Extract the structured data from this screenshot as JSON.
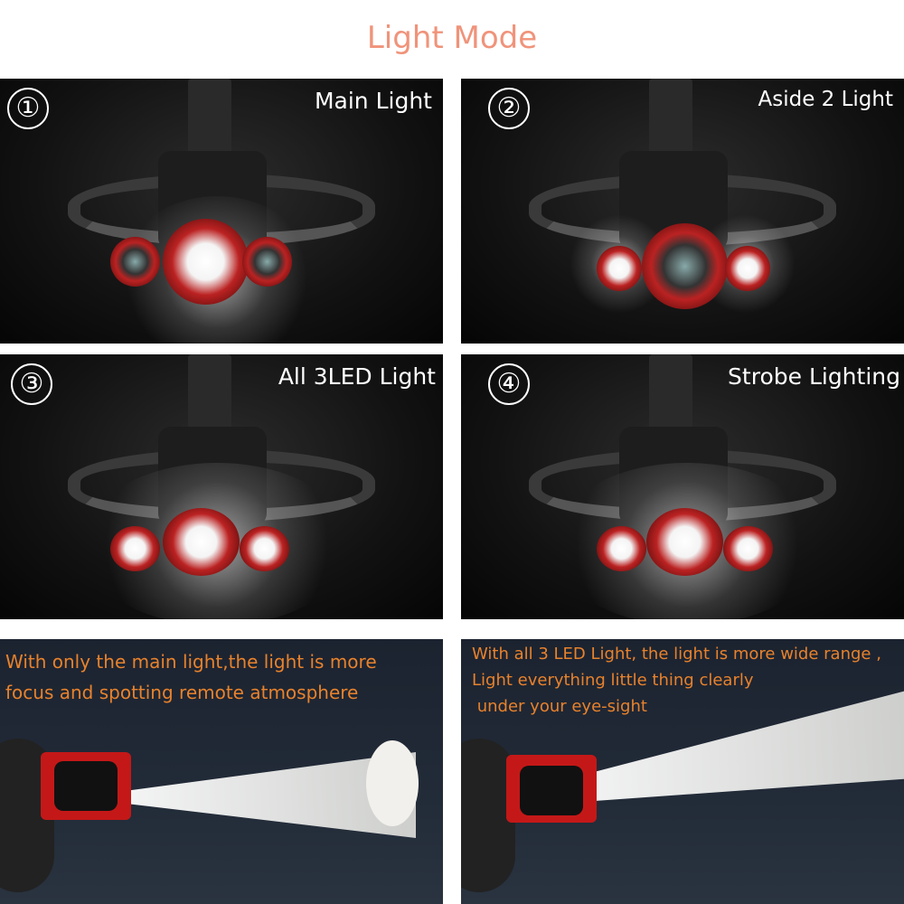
{
  "title": "Light Mode",
  "modes": [
    {
      "number": "①",
      "label": "Main Light"
    },
    {
      "number": "②",
      "label": "Aside 2 Light"
    },
    {
      "number": "③",
      "label": "All 3LED Light"
    },
    {
      "number": "④",
      "label": "Strobe Lighting"
    }
  ],
  "bottom": {
    "left": {
      "line1": "With only the main light,the light is more",
      "line2": "focus and spotting remote atmosphere"
    },
    "right": {
      "line1": "With all 3 LED Light, the light is more wide range ,",
      "line2": "Light everything little thing clearly",
      "line3": " under your eye-sight"
    }
  },
  "colors": {
    "title": "#f0937a",
    "caption": "#e8822c",
    "accent_red": "#c41818"
  }
}
